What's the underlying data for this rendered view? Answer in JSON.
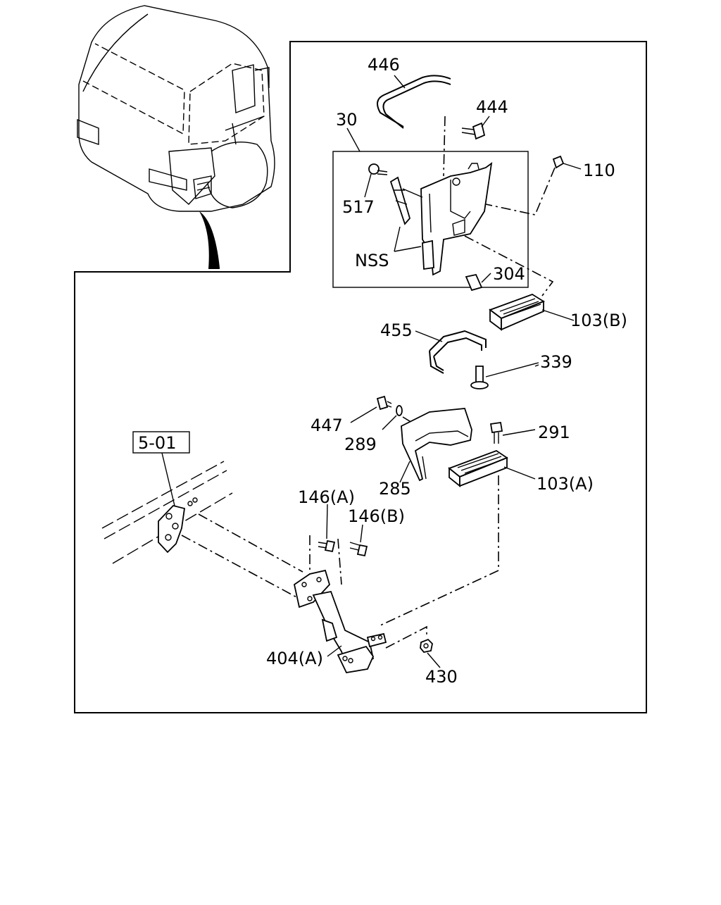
{
  "diagram": {
    "callouts": {
      "p446": "446",
      "p444": "444",
      "p30": "30",
      "p110": "110",
      "p517": "517",
      "nss": "NSS",
      "p304": "304",
      "p103b": "103(B)",
      "p455": "455",
      "p339": "339",
      "p447": "447",
      "p289": "289",
      "p291": "291",
      "ref501": "5-01",
      "p285": "285",
      "p103a": "103(A)",
      "p146a": "146(A)",
      "p146b": "146(B)",
      "p404a": "404(A)",
      "p430": "430"
    }
  }
}
